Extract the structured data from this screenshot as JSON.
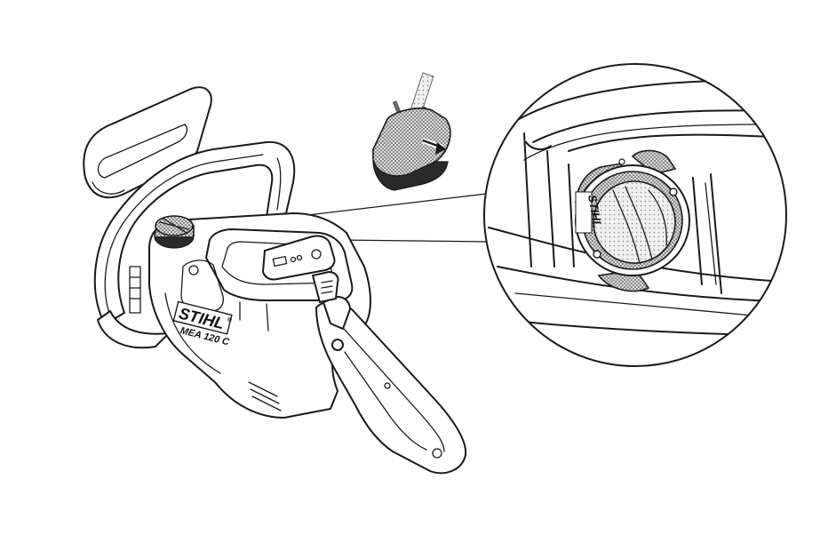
{
  "illustration": {
    "brand_logo": "STIHL",
    "brand_mark": "®",
    "model_label": "MEA 120 C",
    "cap_logo": "STIHL"
  },
  "icons": {
    "press_arrow": "press-down-arrow-icon",
    "rotate_arrow": "rotate-arrow-icon"
  },
  "colors": {
    "line": "#1a1a1a",
    "background": "#ffffff",
    "stipple": "#555555"
  }
}
